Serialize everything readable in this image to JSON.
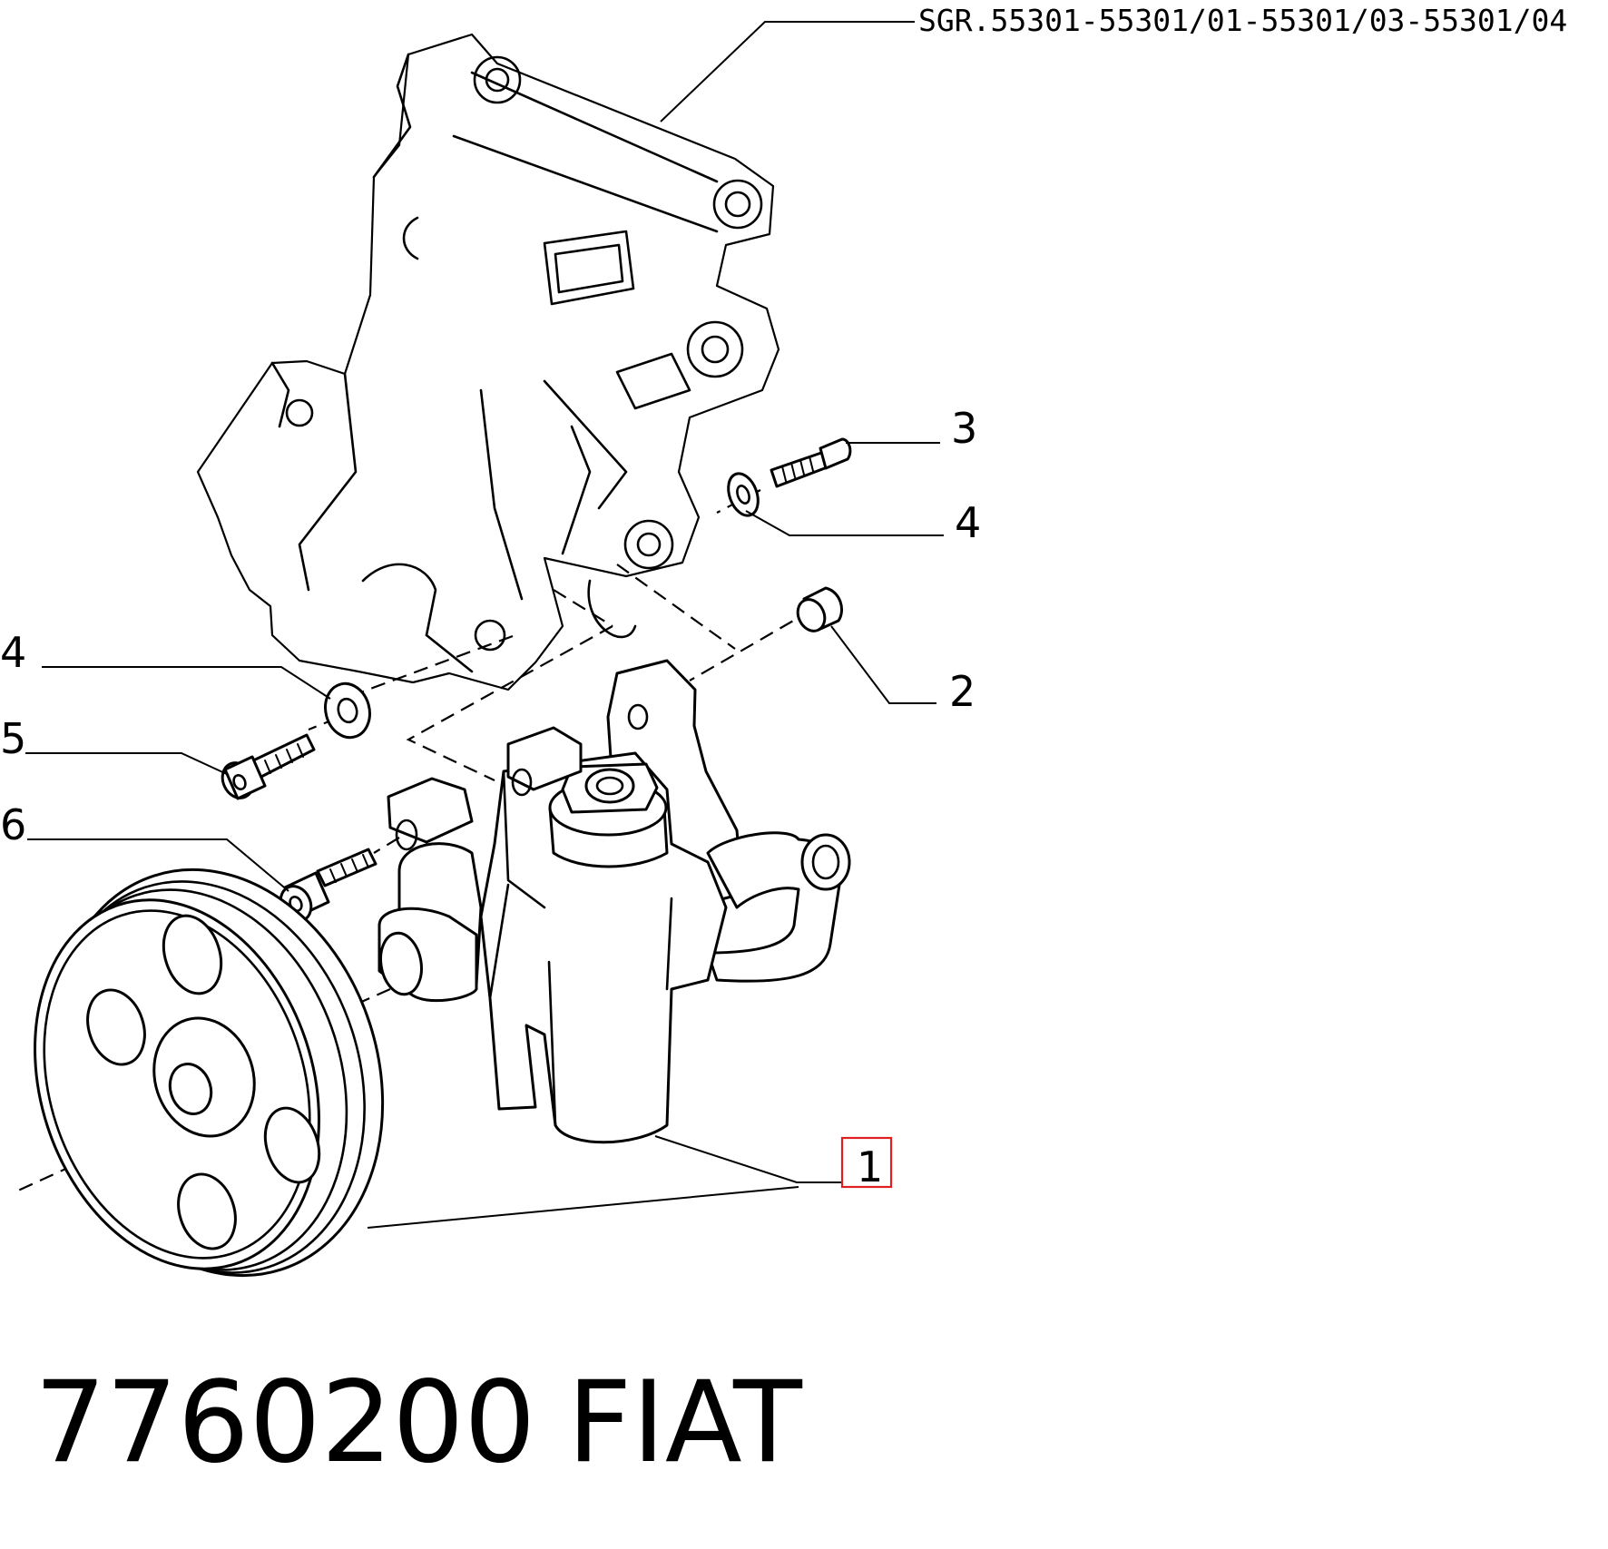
{
  "header": {
    "reference": "SGR.55301-55301/01-55301/03-55301/04"
  },
  "callouts": {
    "c1": "1",
    "c2": "2",
    "c3": "3",
    "c4_right": "4",
    "c4_left": "4",
    "c5": "5",
    "c6": "6"
  },
  "footer": {
    "part_number": "7760200",
    "brand": "FIAT"
  },
  "colors": {
    "highlight": "#e02020",
    "lines": "#000000",
    "background": "#ffffff"
  }
}
